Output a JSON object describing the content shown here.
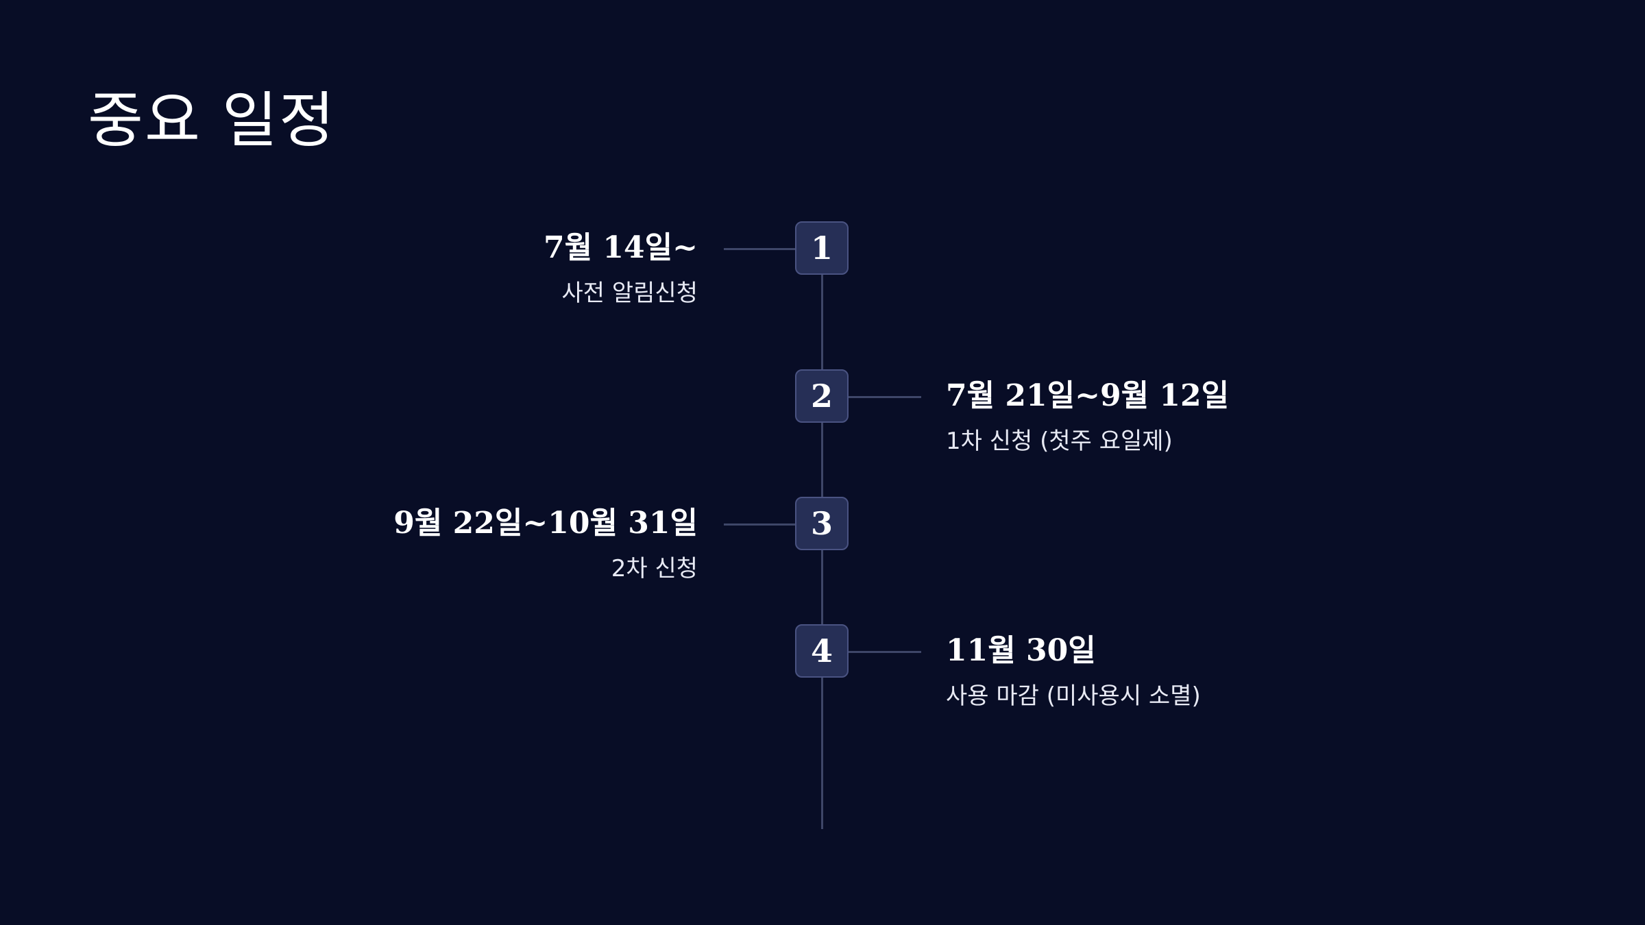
{
  "title": "중요 일정",
  "colors": {
    "background": "#080d26",
    "step_box": "#262f56",
    "step_border": "#4a5382",
    "line": "#3e4668",
    "text": "#ffffff"
  },
  "events": [
    {
      "number": "1",
      "date": "7월 14일~",
      "description": "사전 알림신청",
      "side": "left"
    },
    {
      "number": "2",
      "date": "7월 21일~9월 12일",
      "description": "1차 신청 (첫주 요일제)",
      "side": "right"
    },
    {
      "number": "3",
      "date": "9월 22일~10월 31일",
      "description": "2차 신청",
      "side": "left"
    },
    {
      "number": "4",
      "date": "11월 30일",
      "description": "사용 마감 (미사용시 소멸)",
      "side": "right"
    }
  ]
}
